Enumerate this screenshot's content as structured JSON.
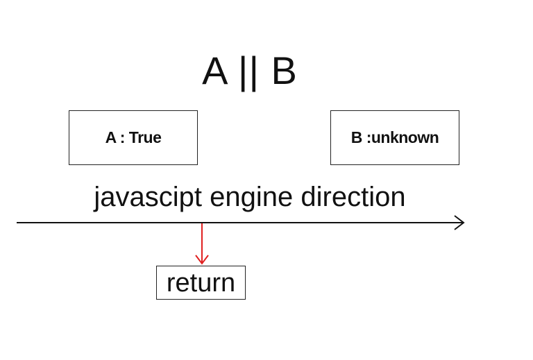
{
  "title": "A || B",
  "operands": {
    "a_label": "A : True",
    "b_label": "B :unknown"
  },
  "engine_label": "javascipt engine direction",
  "result_label": "return",
  "colors": {
    "line": "#111111",
    "return_arrow": "#e02020"
  }
}
